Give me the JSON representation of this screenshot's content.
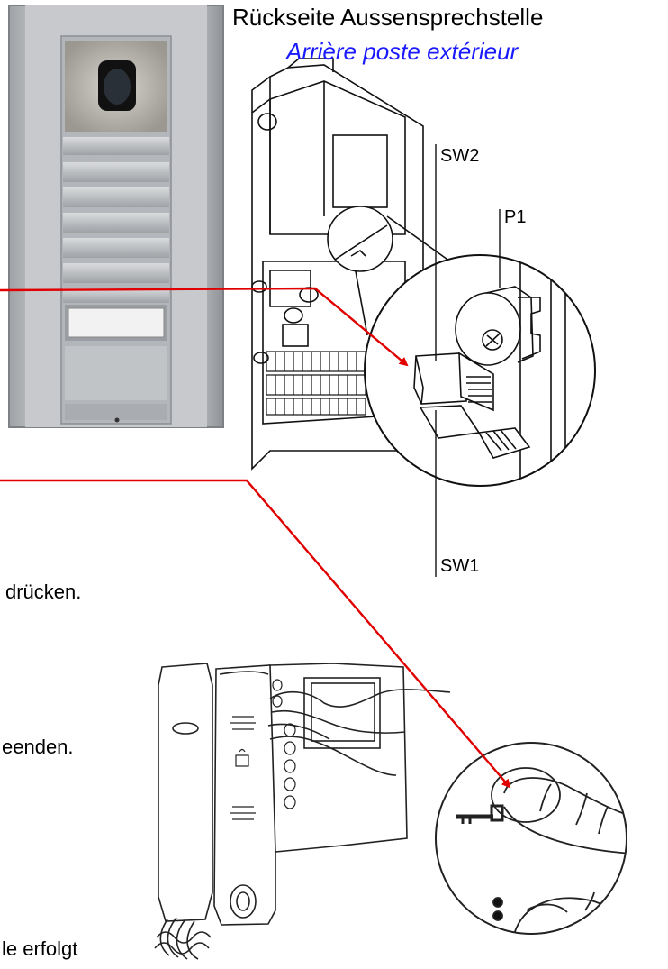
{
  "titles": {
    "rear_outdoor_station_de": "Rückseite Aussensprechstelle",
    "rear_outdoor_station_fr": "Arrière poste extérieur"
  },
  "labels": {
    "sw2": "SW2",
    "p1": "P1",
    "sw1": "SW1"
  },
  "text_fragments": [
    "drücken.",
    "eenden.",
    "le erfolgt"
  ],
  "colors": {
    "arrow": "#e00000",
    "italic_title": "#1a1aff",
    "panel_face": "#b9bcc0",
    "panel_frame": "#8e9094"
  }
}
